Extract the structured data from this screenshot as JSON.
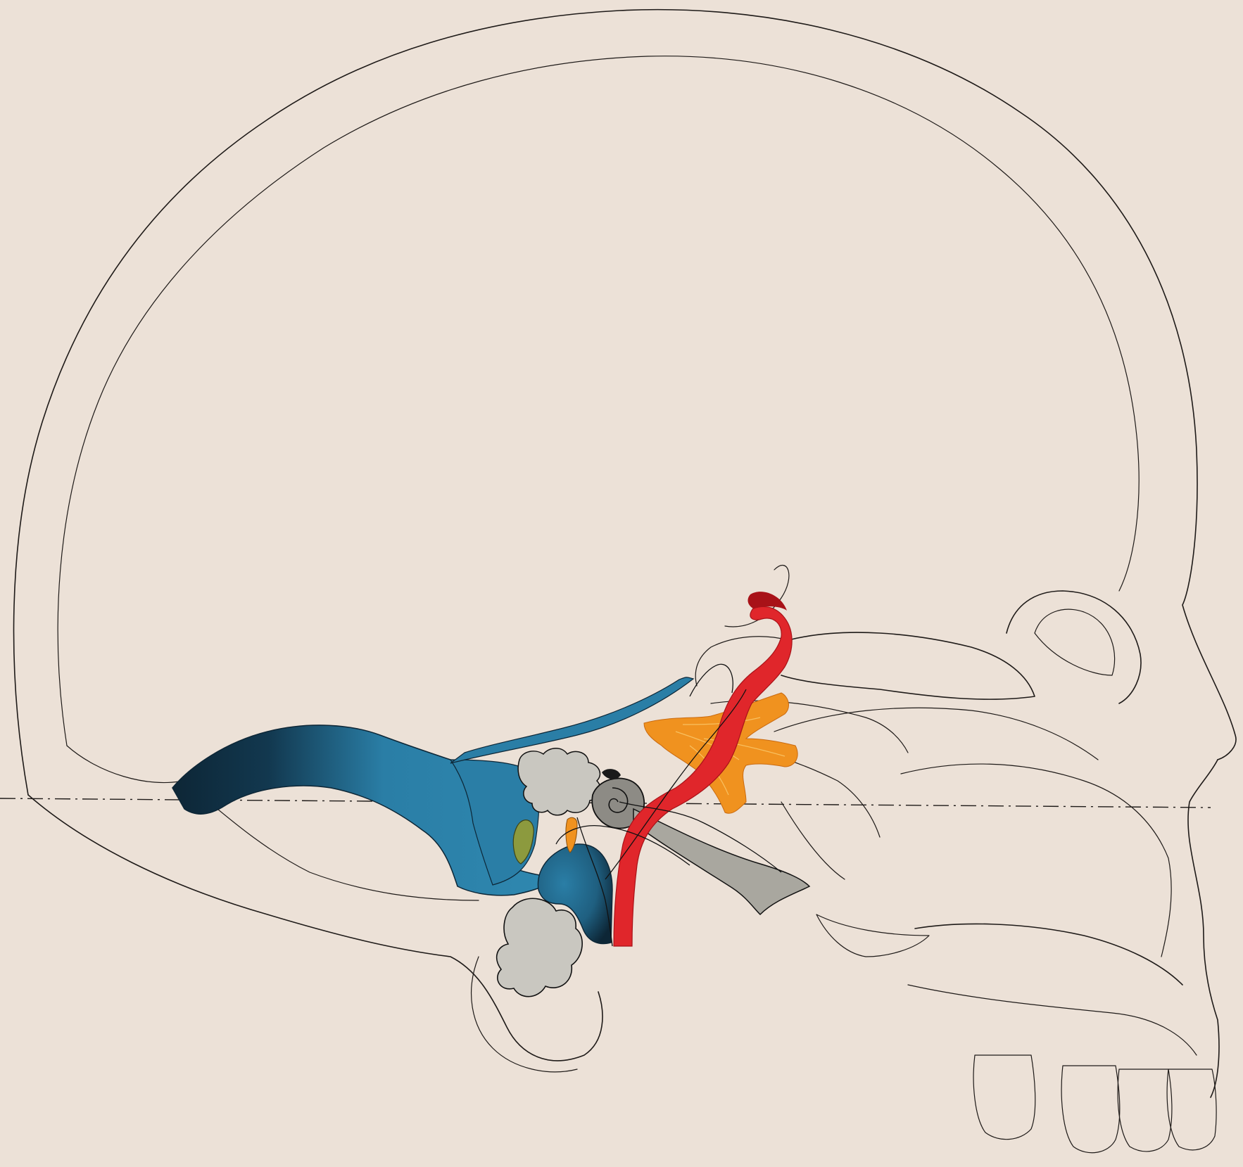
{
  "plate": {
    "paper_color": "#ece1d7",
    "line_color": "#1e1a18",
    "structures": [
      {
        "name": "transverse-sigmoid-sinus",
        "color": "#2a7ea6",
        "dark": "#0d2636"
      },
      {
        "name": "superior-petrosal-sinus",
        "color": "#2a7ea6"
      },
      {
        "name": "jugular-bulb",
        "color": "#2a7ea6",
        "dark": "#0d2636"
      },
      {
        "name": "internal-carotid-artery",
        "color": "#e0262b",
        "dark": "#a81218"
      },
      {
        "name": "gasserian-ganglion",
        "color": "#f0921f"
      },
      {
        "name": "mastoid-cells",
        "color": "#c9c7c0"
      },
      {
        "name": "cochlea",
        "color": "#8d8b85"
      },
      {
        "name": "eustachian-tube",
        "color": "#a9a79f"
      },
      {
        "name": "facial-nerve-segment",
        "color": "#f0921f"
      },
      {
        "name": "endolymphatic-sac",
        "color": "#8c9a3e"
      }
    ]
  }
}
